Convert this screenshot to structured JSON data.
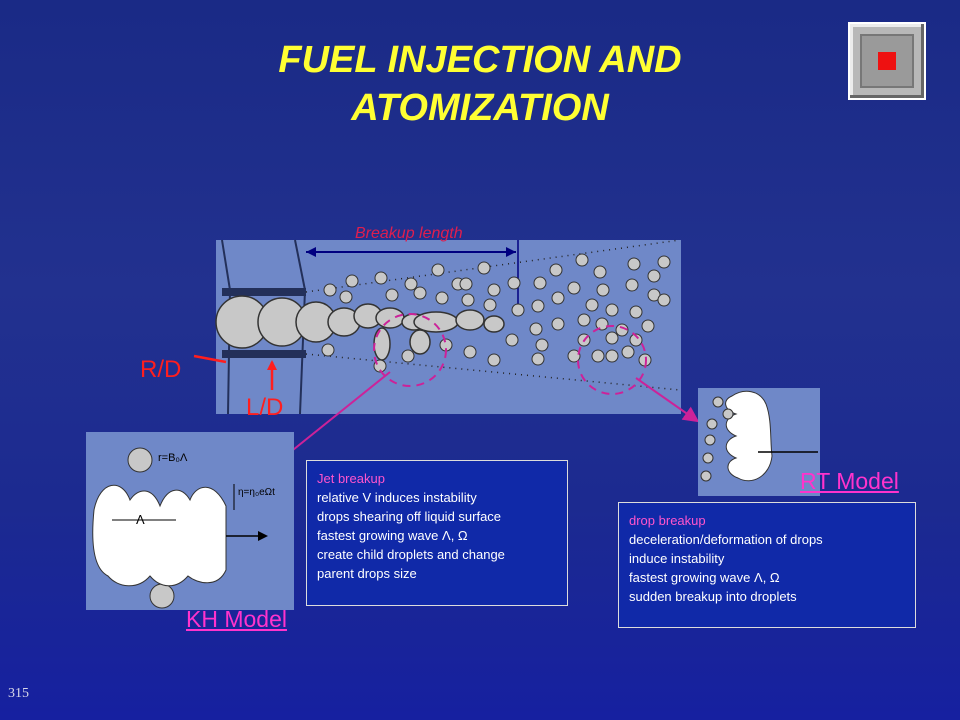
{
  "slide": {
    "title_line1": "FUEL INJECTION AND",
    "title_line2": "ATOMIZATION",
    "page_number": "315"
  },
  "nav": {
    "icon": "stop-square-icon"
  },
  "diagram": {
    "breakup_length_label": "Breakup length",
    "rd_label": "R/D",
    "ld_label": "L/D"
  },
  "kh": {
    "model_label": "KH Model",
    "eq_radius": "r=B₀Λ",
    "eq_growth": "η=η₀eΩt",
    "wavelength": "Λ"
  },
  "rt": {
    "model_label": "RT Model"
  },
  "jet_box": {
    "heading": "Jet breakup",
    "lines": [
      "relative V induces instability",
      "drops shearing off liquid surface",
      "fastest growing wave Λ, Ω",
      "create child droplets and change",
      "parent drops size"
    ]
  },
  "drop_box": {
    "heading": "drop breakup",
    "lines": [
      "deceleration/deformation of drops",
      "induce instability",
      "fastest growing wave Λ, Ω",
      "sudden breakup into droplets"
    ]
  },
  "colors": {
    "title": "#ffff33",
    "label_red": "#ff1e1e",
    "link_magenta": "#ff33cc",
    "panel": "#6f88c8"
  }
}
